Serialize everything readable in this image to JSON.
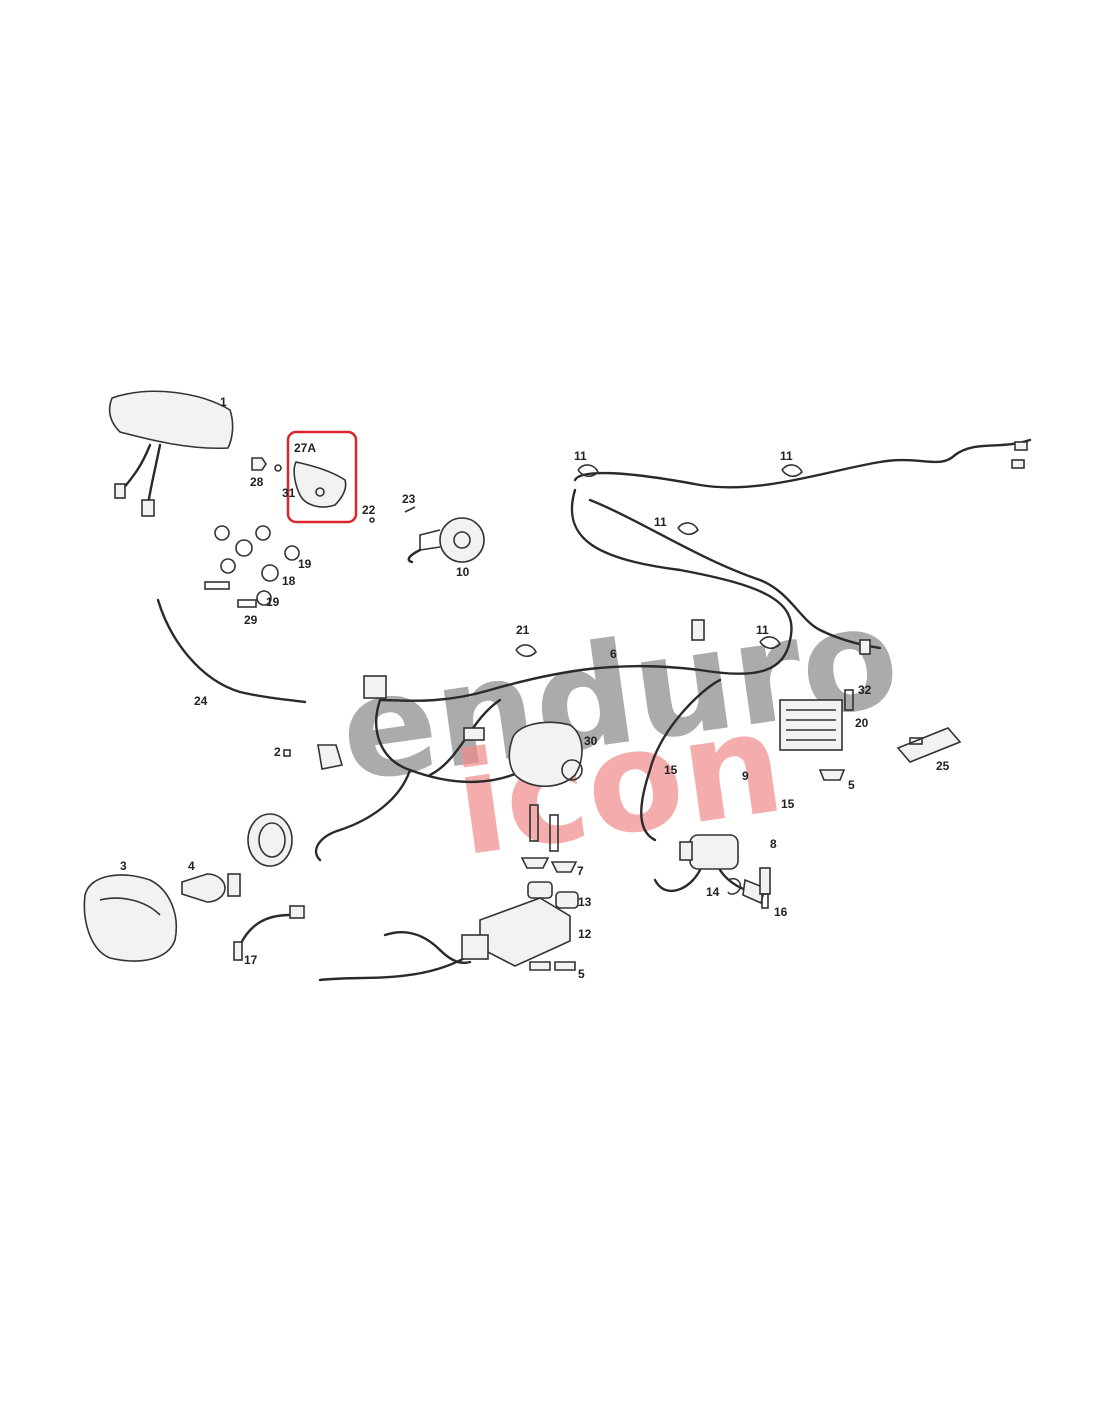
{
  "diagram": {
    "part_labels": [
      "1",
      "2",
      "3",
      "4",
      "5",
      "5",
      "6",
      "7",
      "8",
      "9",
      "10",
      "11",
      "11",
      "11",
      "11",
      "12",
      "13",
      "14",
      "15",
      "15",
      "16",
      "17",
      "18",
      "19",
      "19",
      "20",
      "21",
      "22",
      "23",
      "24",
      "25",
      "27A",
      "28",
      "29",
      "30",
      "31",
      "32"
    ],
    "highlight": {
      "label": "27A",
      "color": "#d9262e"
    },
    "watermark": {
      "line1": "enduro",
      "line2": "icon",
      "color1": "#8f8f8f",
      "color2": "#f08a8a"
    }
  }
}
